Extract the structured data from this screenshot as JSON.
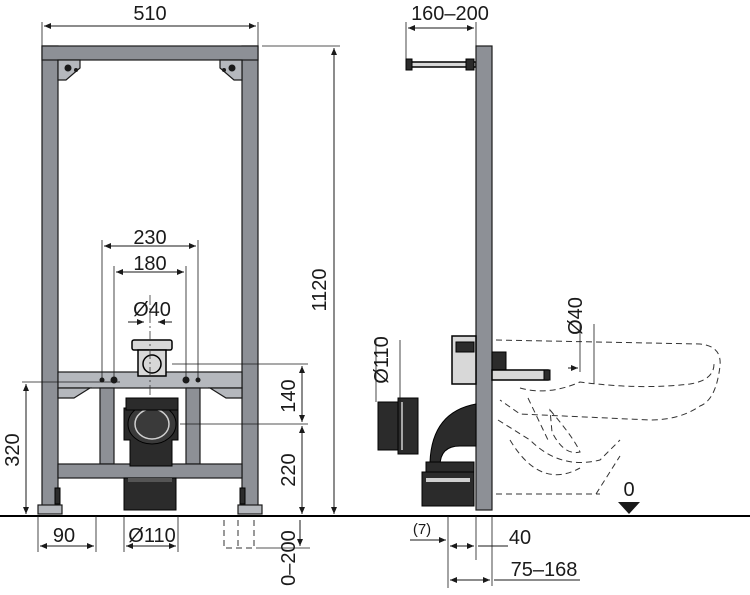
{
  "front_view": {
    "width_label": "510",
    "height_label": "1120",
    "outlet_spacing_label": "230",
    "inner_spacing_label": "180",
    "supply_diameter_label": "Ø40",
    "drain_diameter_label": "Ø110",
    "crossbar_height_label": "140",
    "lower_height_label": "220",
    "drain_height_label": "320",
    "foot_width_label": "90",
    "leg_adjust_label": "0–200"
  },
  "side_view": {
    "depth_label": "160–200",
    "drain_diameter_label": "Ø110",
    "supply_diameter_label": "Ø40",
    "floor_level_label": "0",
    "offset_label": "(7)",
    "wall_gap_label": "40",
    "projection_label": "75–168"
  }
}
